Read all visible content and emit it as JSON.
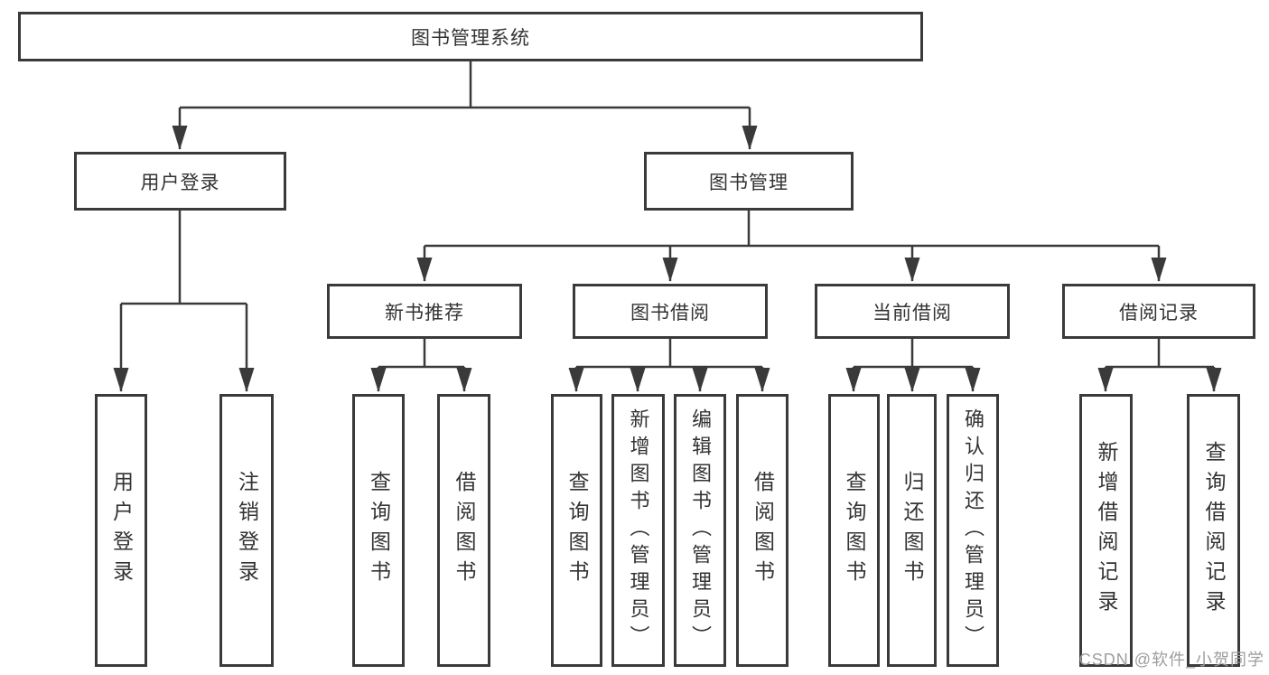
{
  "tree": {
    "root": "图书管理系统",
    "level2": {
      "user_login": "用户登录",
      "book_mgmt": "图书管理"
    },
    "level3": {
      "new_books": "新书推荐",
      "borrowing": "图书借阅",
      "current": "当前借阅",
      "records": "借阅记录"
    },
    "leaves": {
      "user_login": [
        "用户登录",
        "注销登录"
      ],
      "new_books": [
        "查询图书",
        "借阅图书"
      ],
      "borrowing": [
        "查询图书",
        "新增图书（管理员）",
        "编辑图书（管理员）",
        "借阅图书"
      ],
      "current": [
        "查询图书",
        "归还图书",
        "确认归还（管理员）"
      ],
      "records": [
        "新增借阅记录",
        "查询借阅记录"
      ]
    }
  },
  "watermark": "CSDN @软件_小贺同学",
  "colors": {
    "line": "#3a3a3a",
    "box_border": "#3a3a3a",
    "box_fill": "#ffffff",
    "text": "#333333",
    "watermark": "#9d9d9d",
    "background": "#ffffff"
  }
}
